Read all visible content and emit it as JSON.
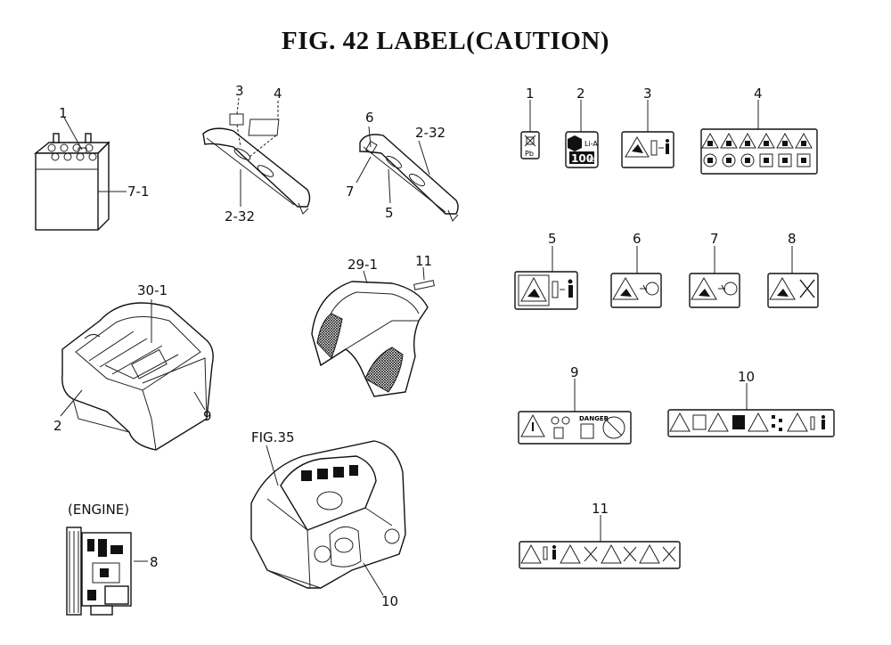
{
  "title": "FIG. 42  LABEL(CAUTION)",
  "callouts": {
    "battery_1": "1",
    "battery_7_1": "7-1",
    "cover_left_3": "3",
    "cover_left_4": "4",
    "cover_left_2_32": "2-32",
    "cover_right_6": "6",
    "cover_right_2_32": "2-32",
    "cover_right_7": "7",
    "cover_right_5": "5",
    "hood_30_1": "30-1",
    "hood_2": "2",
    "hood_9": "9",
    "shroud_29_1": "29-1",
    "shroud_11": "11",
    "engine_caption": "(ENGINE)",
    "engine_8": "8",
    "dash_fig35": "FIG.35",
    "dash_10": "10"
  },
  "label_numbers": [
    "1",
    "2",
    "3",
    "4",
    "5",
    "6",
    "7",
    "8",
    "9",
    "10",
    "11"
  ],
  "label2_text": {
    "line1": "Li-A",
    "line2": "100",
    "suffix": "dB"
  },
  "label1_text": "Pb",
  "label9_text": "DANGER"
}
